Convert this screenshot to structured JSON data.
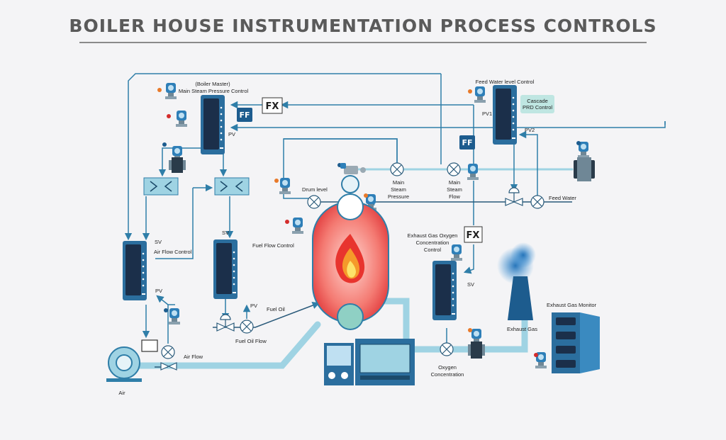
{
  "title": "BOILER HOUSE INSTRUMENTATION PROCESS CONTROLS",
  "labels": {
    "boiler_master": "(Boiler Master)",
    "main_steam_pressure_control": "Main Steam Pressure Control",
    "feed_water_level_control": "Feed Water level Control",
    "cascade_line1": "Cascade",
    "cascade_line2": "PRD Control",
    "pv1": "PV1",
    "pv2": "PV2",
    "pv": "PV",
    "sv": "SV",
    "fx": "FX",
    "ff": "FF",
    "drum_level": "Drum level",
    "main_steam_pressure": [
      "Main",
      "Steam",
      "Pressure"
    ],
    "main_steam_flow": [
      "Main",
      "Steam",
      "Flow"
    ],
    "feed_water": "Feed Water",
    "air_flow_control": "Air Flow Control",
    "fuel_flow_control": "Fuel Flow Control",
    "exhaust_gas_oxygen": [
      "Exhaust Gas Oxygen",
      "Concentration",
      "Control"
    ],
    "fuel_oil": "Fuel Oil",
    "fuel_oil_flow": "Fuel Oil Flow",
    "air_flow": "Air Flow",
    "air": "Air",
    "exhaust_gas": "Exhaust Gas",
    "exhaust_gas_monitor": "Exhaust Gas Monitor",
    "oxygen_concentration": [
      "Oxygen",
      "Concentration"
    ]
  },
  "colors": {
    "signal_line": "#2f7ea8",
    "controller": "#2b6e9e",
    "controller_screen": "#1b2f4a",
    "pipe": "#9fd3e3",
    "boiler_red": "#e8484a",
    "ff_box": "#1d5c8e",
    "cascade": "#bfe6e2"
  }
}
